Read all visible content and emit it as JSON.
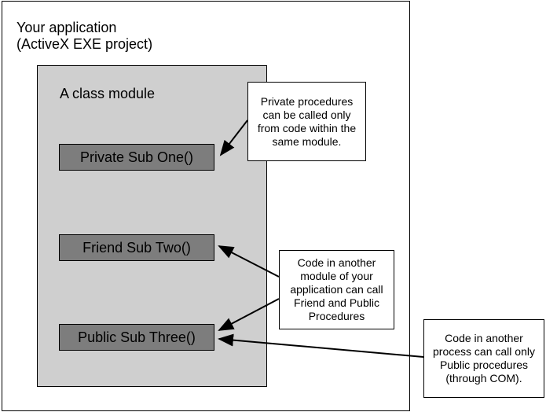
{
  "application": {
    "title": "Your application\n(ActiveX EXE project)"
  },
  "class_module": {
    "title": "A class module",
    "procedures": [
      {
        "label": "Private Sub One()"
      },
      {
        "label": "Friend Sub Two()"
      },
      {
        "label": "Public Sub Three()"
      }
    ]
  },
  "notes": {
    "private": "Private procedures\ncan be called only\nfrom code within the\nsame module.",
    "friend": "Code in another\nmodule of your\napplication can call\nFriend and Public\nProcedures",
    "public": "Code in another\nprocess can call only\nPublic procedures\n(through COM)."
  },
  "colors": {
    "class_module_fill": "#cfcfcf",
    "procedure_fill": "#7d7d7d",
    "line": "#000000"
  }
}
